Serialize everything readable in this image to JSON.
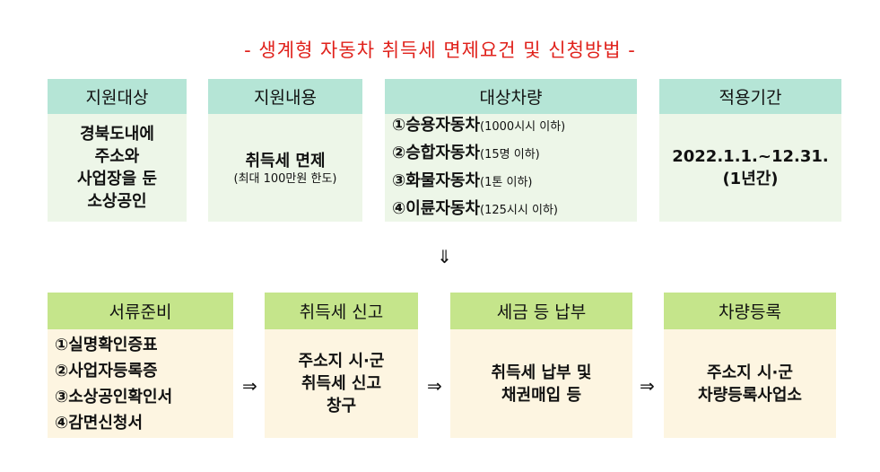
{
  "title": "- 생계형 자동차 취득세 면제요건 및 신청방법 -",
  "top": [
    {
      "header": "지원대상",
      "lines": [
        "경북도내에",
        "주소와",
        "사업장을 둔",
        "소상공인"
      ]
    },
    {
      "header": "지원내용",
      "lines": [
        "취득세 면제"
      ],
      "note": "(최대 100만원 한도)"
    },
    {
      "header": "대상차량",
      "items": [
        {
          "main": "①승용자동차",
          "note": "(1000시시 이하)"
        },
        {
          "main": "②승합자동차",
          "note": "(15명 이하)"
        },
        {
          "main": "③화물자동차",
          "note": "(1톤 이하)"
        },
        {
          "main": "④이륜자동차",
          "note": "(125시시 이하)"
        }
      ]
    },
    {
      "header": "적용기간",
      "lines": [
        "2022.1.1.~12.31.",
        "(1년간)"
      ]
    }
  ],
  "down_arrow": "⇓",
  "right_arrow": "⇒",
  "bottom": [
    {
      "header": "서류준비",
      "lines": [
        "①실명확인증표",
        "②사업자등록증",
        "③소상공인확인서",
        "④감면신청서"
      ]
    },
    {
      "header": "취득세 신고",
      "lines": [
        "주소지 시·군",
        "취득세 신고",
        "창구"
      ]
    },
    {
      "header": "세금 등 납부",
      "lines": [
        "취득세 납부 및",
        "채권매입 등"
      ]
    },
    {
      "header": "차량등록",
      "lines": [
        "주소지 시·군",
        "차량등록사업소"
      ]
    }
  ]
}
